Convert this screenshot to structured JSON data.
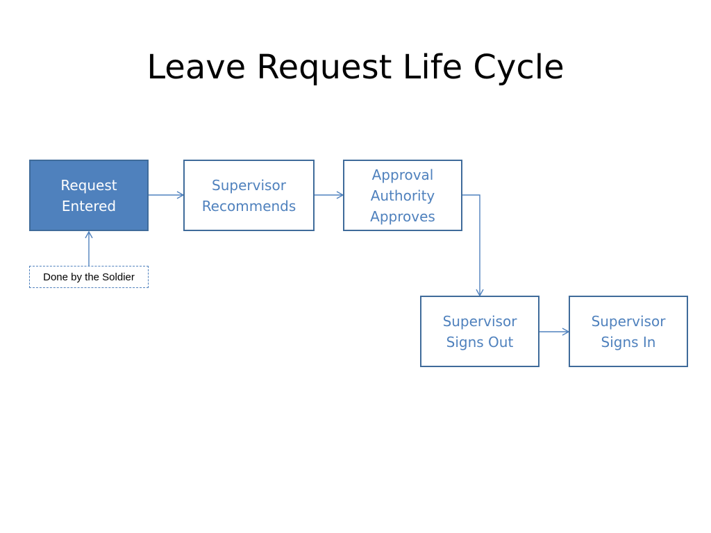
{
  "slide": {
    "title": "Leave Request Life Cycle"
  },
  "diagram": {
    "nodes": [
      {
        "id": "request-entered",
        "label": "Request\nEntered",
        "filled": true
      },
      {
        "id": "supervisor-recommends",
        "label": "Supervisor\nRecommends",
        "filled": false
      },
      {
        "id": "approval-authority-approves",
        "label": "Approval\nAuthority\nApproves",
        "filled": false
      },
      {
        "id": "supervisor-signs-out",
        "label": "Supervisor\nSigns Out",
        "filled": false
      },
      {
        "id": "supervisor-signs-in",
        "label": "Supervisor\nSigns In",
        "filled": false
      }
    ],
    "note": {
      "label": "Done by the Soldier"
    },
    "edges": [
      {
        "from": "note",
        "to": "request-entered"
      },
      {
        "from": "request-entered",
        "to": "supervisor-recommends"
      },
      {
        "from": "supervisor-recommends",
        "to": "approval-authority-approves"
      },
      {
        "from": "approval-authority-approves",
        "to": "supervisor-signs-out"
      },
      {
        "from": "supervisor-signs-out",
        "to": "supervisor-signs-in"
      }
    ],
    "colors": {
      "box_border": "#3f6b9a",
      "box_fill_highlight": "#4f81bd",
      "box_text": "#4f81bd",
      "connector": "#4f81bd"
    }
  }
}
